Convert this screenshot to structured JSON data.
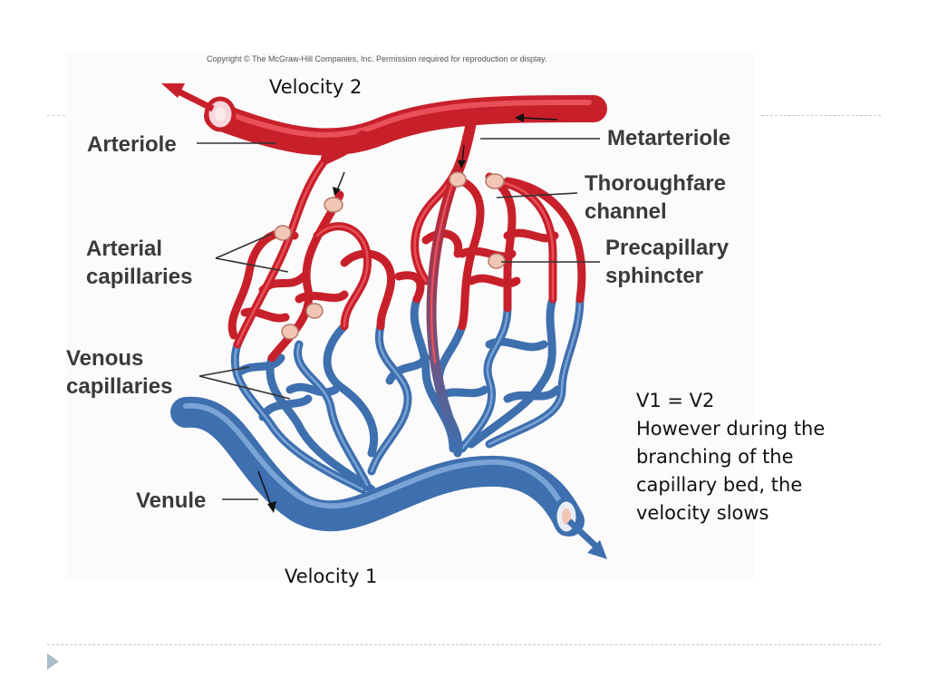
{
  "copyright": "Copyright © The McGraw-Hill Companies, Inc. Permission required for reproduction or display.",
  "velocity_top": "Velocity 2",
  "velocity_bottom": "Velocity 1",
  "labels": {
    "arteriole": "Arteriole",
    "metarteriole": "Metarteriole",
    "thoroughfare_1": "Thoroughfare",
    "thoroughfare_2": "channel",
    "arterial_1": "Arterial",
    "arterial_2": "capillaries",
    "precapillary_1": "Precapillary",
    "precapillary_2": "sphincter",
    "venous_1": "Venous",
    "venous_2": "capillaries",
    "venule": "Venule"
  },
  "note": {
    "line1": "V1 = V2",
    "line2": "However during the",
    "line3": "branching of the",
    "line4": "capillary bed, the",
    "line5": "velocity slows"
  },
  "colors": {
    "arterial": "#c8202a",
    "venous": "#3e6fae",
    "sphincter": "#f2c6b4"
  }
}
